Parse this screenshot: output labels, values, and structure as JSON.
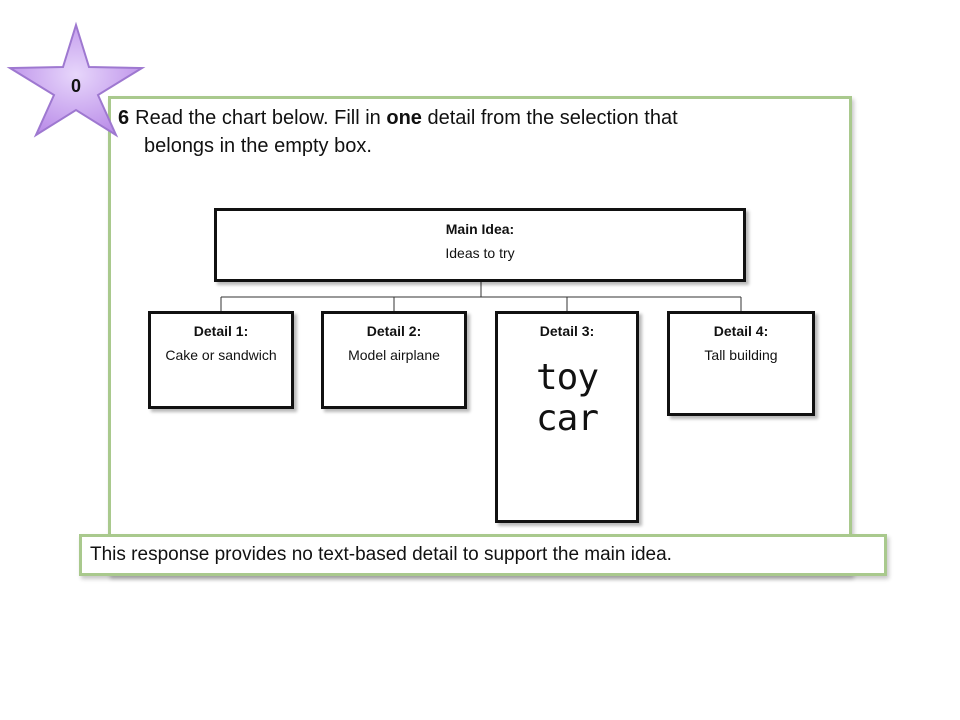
{
  "score": {
    "value": "0"
  },
  "question": {
    "number": "6",
    "text_before": "Read the chart below. Fill in ",
    "emphasis": "one",
    "text_after": " detail from the selection that",
    "line2": "belongs in the empty box."
  },
  "main_idea": {
    "heading": "Main Idea:",
    "text": "Ideas to try"
  },
  "details": [
    {
      "heading": "Detail 1:",
      "text": "Cake or sandwich"
    },
    {
      "heading": "Detail 2:",
      "text": "Model airplane"
    },
    {
      "heading": "Detail 3:",
      "answer": "toy car"
    },
    {
      "heading": "Detail 4:",
      "text": "Tall building"
    }
  ],
  "feedback": {
    "text": "This response provides no text-based detail to support the main idea."
  },
  "colors": {
    "frame_border": "#a9c98d",
    "star_fill": "#c9a3f0",
    "box_border": "#111111"
  }
}
